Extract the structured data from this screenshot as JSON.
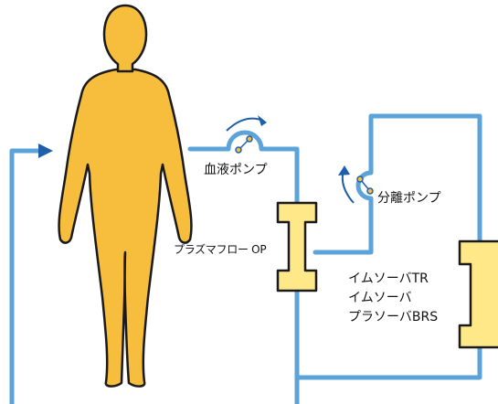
{
  "labels": {
    "blood_pump": "血液ポンプ",
    "separation_pump": "分離ポンプ",
    "plasma_filter": "プラズマフロー OP",
    "adsorbers": [
      "イムソーバTR",
      "イムソーバ",
      "プラソーバBRS"
    ]
  },
  "colors": {
    "tubing": "#5BA3D9",
    "arrow": "#1F5FAA",
    "body_fill": "#F7BE3D",
    "column_fill": "#FFE887",
    "outline": "#1a1a1a"
  },
  "icons": {
    "blood_pump": "pump-icon",
    "separation_pump": "pump-icon",
    "inflow": "arrow-icon"
  }
}
